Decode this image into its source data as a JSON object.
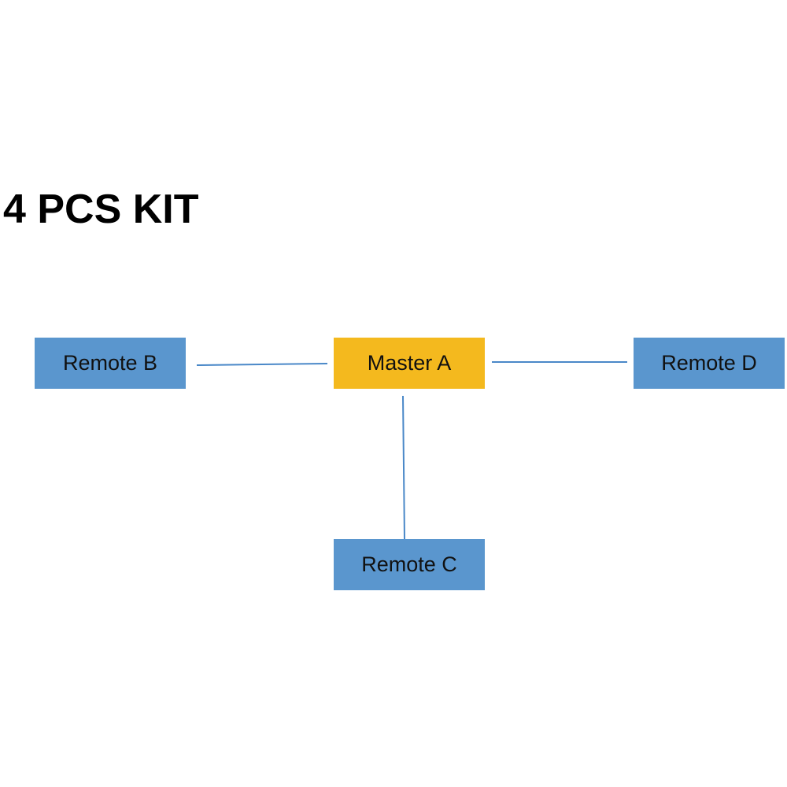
{
  "title": "4 PCS KIT",
  "colors": {
    "remote": "#5a96ce",
    "master": "#f4b91e",
    "link": "#4a88c8"
  },
  "nodes": {
    "master": {
      "label": "Master A",
      "role": "master"
    },
    "remote_b": {
      "label": "Remote B",
      "role": "remote"
    },
    "remote_c": {
      "label": "Remote C",
      "role": "remote"
    },
    "remote_d": {
      "label": "Remote D",
      "role": "remote"
    }
  },
  "links": [
    {
      "from": "master",
      "to": "remote_b"
    },
    {
      "from": "master",
      "to": "remote_d"
    },
    {
      "from": "master",
      "to": "remote_c"
    }
  ]
}
